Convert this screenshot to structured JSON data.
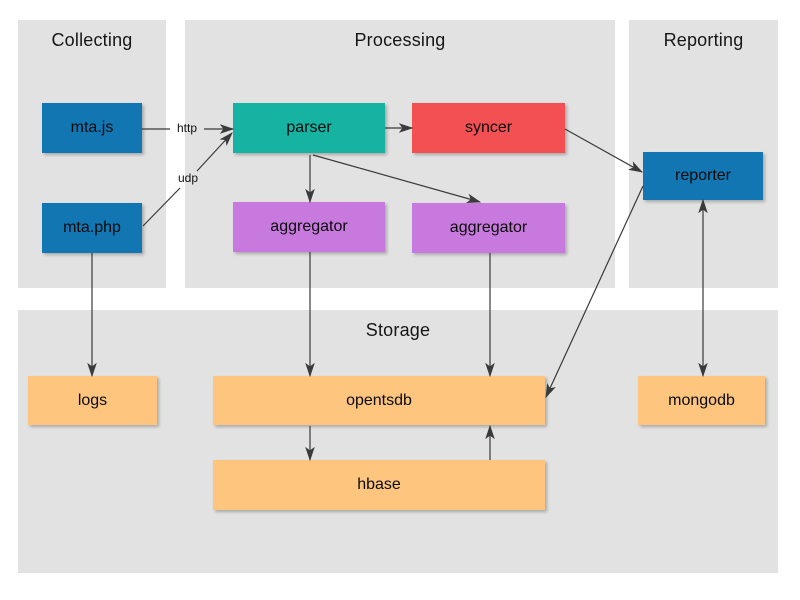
{
  "diagram": {
    "panels": {
      "collecting": {
        "title": "Collecting"
      },
      "processing": {
        "title": "Processing"
      },
      "reporting": {
        "title": "Reporting"
      },
      "storage": {
        "title": "Storage"
      }
    },
    "nodes": {
      "mta_js": {
        "label": "mta.js",
        "color": "#1276b2"
      },
      "mta_php": {
        "label": "mta.php",
        "color": "#1276b2"
      },
      "parser": {
        "label": "parser",
        "color": "#16b2a2"
      },
      "syncer": {
        "label": "syncer",
        "color": "#f25052"
      },
      "aggregator1": {
        "label": "aggregator",
        "color": "#c779de"
      },
      "aggregator2": {
        "label": "aggregator",
        "color": "#c779de"
      },
      "reporter": {
        "label": "reporter",
        "color": "#1276b2"
      },
      "logs": {
        "label": "logs",
        "color": "#fdc57e"
      },
      "opentsdb": {
        "label": "opentsdb",
        "color": "#fdc57e"
      },
      "hbase": {
        "label": "hbase",
        "color": "#fdc57e"
      },
      "mongodb": {
        "label": "mongodb",
        "color": "#fdc57e"
      }
    },
    "edge_labels": {
      "http": "http",
      "udp": "udp"
    },
    "edges": [
      {
        "from": "mta_js",
        "to": "parser",
        "label": "http",
        "direction": "one-way"
      },
      {
        "from": "mta_php",
        "to": "parser",
        "label": "udp",
        "direction": "one-way"
      },
      {
        "from": "mta_php",
        "to": "logs",
        "label": "",
        "direction": "one-way"
      },
      {
        "from": "parser",
        "to": "syncer",
        "label": "",
        "direction": "one-way"
      },
      {
        "from": "parser",
        "to": "aggregator1",
        "label": "",
        "direction": "one-way"
      },
      {
        "from": "parser",
        "to": "aggregator2",
        "label": "",
        "direction": "one-way"
      },
      {
        "from": "syncer",
        "to": "reporter",
        "label": "",
        "direction": "one-way"
      },
      {
        "from": "aggregator1",
        "to": "opentsdb",
        "label": "",
        "direction": "one-way"
      },
      {
        "from": "aggregator2",
        "to": "opentsdb",
        "label": "",
        "direction": "one-way"
      },
      {
        "from": "reporter",
        "to": "opentsdb",
        "label": "",
        "direction": "one-way"
      },
      {
        "from": "reporter",
        "to": "mongodb",
        "label": "",
        "direction": "two-way"
      },
      {
        "from": "opentsdb",
        "to": "hbase",
        "label": "",
        "direction": "one-way"
      },
      {
        "from": "hbase",
        "to": "opentsdb",
        "label": "",
        "direction": "one-way"
      }
    ],
    "colors": {
      "panel_background": "#e2e2e2",
      "page_background": "#ffffff",
      "node_blue": "#1276b2",
      "node_teal": "#16b2a2",
      "node_red": "#f25052",
      "node_purple": "#c779de",
      "node_orange": "#fdc57e",
      "edge_stroke": "#3a3a3a",
      "text": "#111111"
    }
  }
}
